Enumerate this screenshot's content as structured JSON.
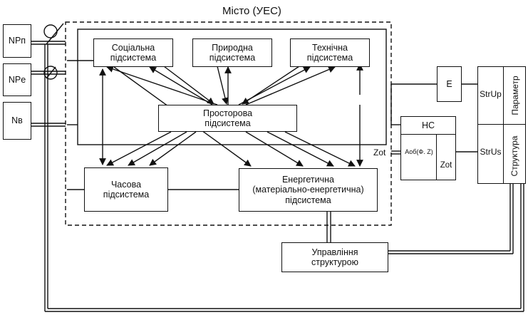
{
  "diagram": {
    "title": "Місто (УЕС)",
    "left_inputs": [
      "NPп",
      "NPе",
      "Nв"
    ],
    "subsystems": {
      "social": "Соціальна\nпідсистема",
      "natural": "Природна\nпідсистема",
      "technical": "Технічна\nпідсистема",
      "spatial": "Просторова\nпідсистема",
      "temporal": "Часова\nпідсистема",
      "energetic": "Енергетична\n(матеріально-енергетична)\nпідсистема"
    },
    "management": "Управління\nструктурою",
    "e_block": "E",
    "hc_block": {
      "title": "НС",
      "left": "Аоб(Ф. Z)",
      "right": "Zot"
    },
    "zot_label": "Zot",
    "st_blocks": {
      "up": "StrUp",
      "us": "StrUs",
      "param": "Параметр",
      "struct": "Структура"
    }
  }
}
